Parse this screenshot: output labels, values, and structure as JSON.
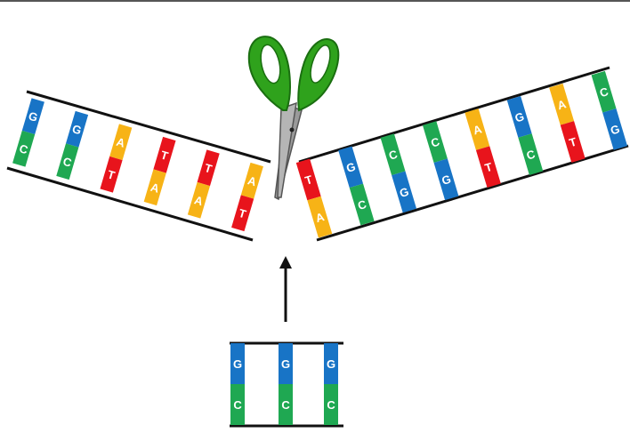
{
  "diagram": {
    "colors": {
      "G": "#1874c6",
      "C": "#1fa852",
      "A": "#f7b316",
      "T": "#e8141c",
      "backbone": "#111111",
      "scissors_handle": "#2fa21c",
      "scissors_handle_dark": "#1a6e10",
      "scissors_blade": "#9a9a9a"
    },
    "left_fragment": {
      "top_strand": [
        "G",
        "G",
        "A",
        "T",
        "T",
        "A"
      ],
      "bottom_strand": [
        "C",
        "C",
        "T",
        "A",
        "A",
        "T"
      ]
    },
    "right_fragment": {
      "top_strand": [
        "T",
        "G",
        "C",
        "C",
        "A",
        "G",
        "A",
        "C"
      ],
      "bottom_strand": [
        "A",
        "C",
        "G",
        "G",
        "T",
        "C",
        "T",
        "G"
      ]
    },
    "sequence_box": {
      "top_strand": [
        "G",
        "G",
        "G"
      ],
      "bottom_strand": [
        "C",
        "C",
        "C"
      ]
    },
    "icons": {
      "cutter": "scissors-icon",
      "pointer": "arrow-up-icon"
    }
  }
}
